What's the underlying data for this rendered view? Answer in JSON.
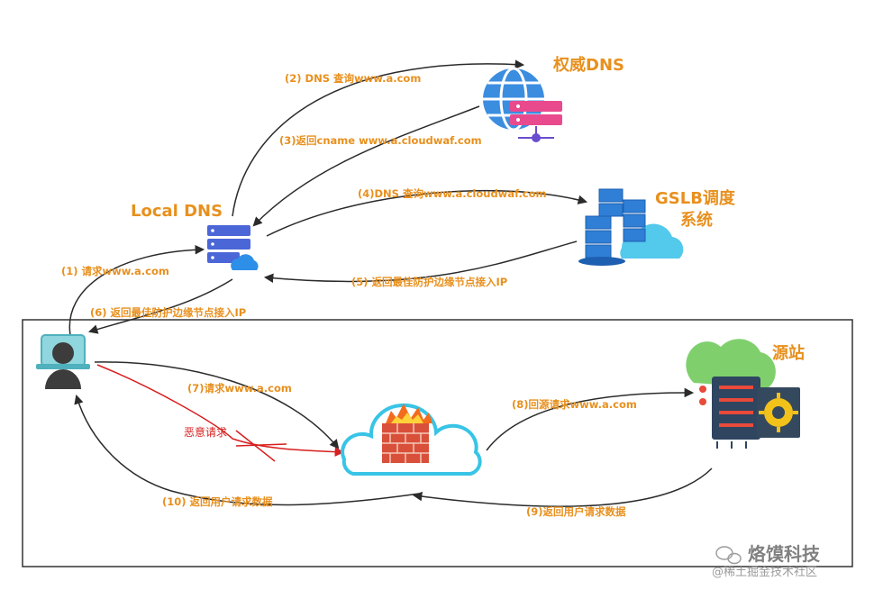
{
  "nodes": {
    "authoritative_dns": "权威DNS",
    "local_dns": "Local DNS",
    "gslb_line1": "GSLB调度",
    "gslb_line2": "系统",
    "origin": "源站"
  },
  "steps": {
    "s1": "(1) 请求www.a.com",
    "s2": "(2) DNS 查询www.a.com",
    "s3": "(3)返回cname www.a.cloudwaf.com",
    "s4": "(4)DNS 查询www.a.cloudwaf.com",
    "s5": "(5) 返回最佳防护边缘节点接入IP",
    "s6": "(6) 返回最佳防护边缘节点接入IP",
    "s7": "(7)请求www.a.com",
    "s8": "(8)回源请求www.a.com",
    "s9": "(9)返回用户请求数据",
    "s10": "(10) 返回用户请求数据"
  },
  "malicious_label": "恶意请求",
  "watermark": {
    "brand": "烙馍科技",
    "sub": "@稀土掘金技术社区"
  },
  "colors": {
    "label_orange": "#e8901e",
    "arrow": "#2b2b2b",
    "malicious_red": "#d81e1e"
  }
}
